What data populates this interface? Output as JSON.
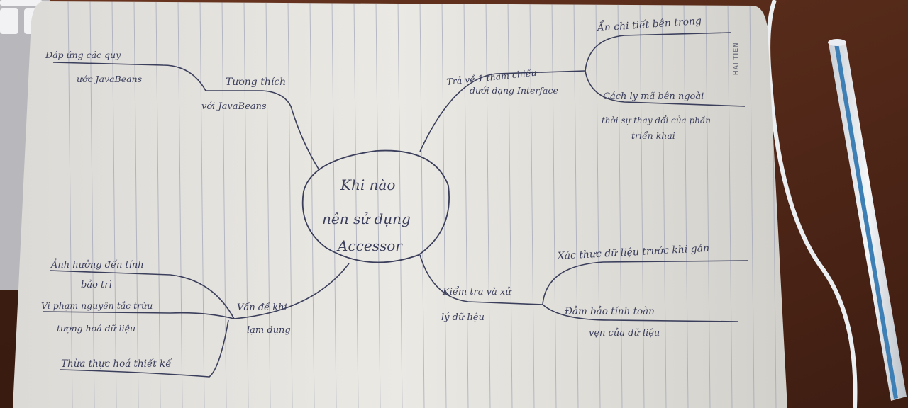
{
  "photo": {
    "description_colors": {
      "desk": "#5a2d1c",
      "paper": "#e8e6e1",
      "ink": "#3b3f5c",
      "rule": "#9aa0b5"
    },
    "brand_mark": "HAI TIEN"
  },
  "mindmap": {
    "center": {
      "lines": [
        "Khi nào",
        "nên sử dụng",
        "Accessor"
      ]
    },
    "top_left": {
      "branch": [
        "Tương thích",
        "với JavaBeans"
      ],
      "leaf": [
        "Đáp ứng các quy",
        "ước JavaBeans"
      ]
    },
    "top_right": {
      "branch": [
        "Trả về 1 tham chiếu",
        "dưới dạng Interface"
      ],
      "leaf_1": [
        "Ẩn chi tiết bên trong"
      ],
      "leaf_2": [
        "Cách ly mã bên ngoài",
        "thời sự thay đổi của phần",
        "triển khai"
      ]
    },
    "bottom_left": {
      "branch": [
        "Vấn đề khi",
        "lạm dụng"
      ],
      "leaf_1": [
        "Ảnh hưởng đến tính",
        "bảo trì"
      ],
      "leaf_2": [
        "Vi phạm nguyên tắc trừu",
        "tượng hoá dữ liệu"
      ],
      "leaf_3": [
        "Thừa thực hoá thiết kế"
      ]
    },
    "bottom_right": {
      "branch": [
        "Kiểm tra và xử",
        "lý dữ liệu"
      ],
      "leaf_1": [
        "Xác thực dữ liệu trước khi gán"
      ],
      "leaf_2": [
        "Đảm bảo tính toàn",
        "vẹn của dữ liệu"
      ]
    }
  }
}
